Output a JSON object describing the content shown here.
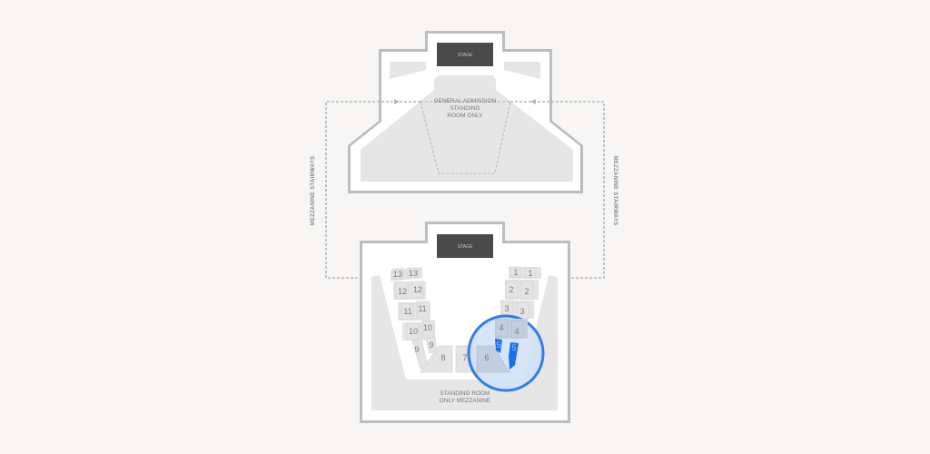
{
  "colors": {
    "background": "#f7f6f5",
    "wall": "#bdbdbd",
    "floor": "#ffffff",
    "area": "#e6e6e7",
    "section": "#e4e4e4",
    "section_stroke": "#cfcfcf",
    "stage": "#4a4a4a",
    "dashed": "#b5b5b5",
    "highlight_fill": "#cfe0f7",
    "highlight_ring": "#2f7ee8",
    "selected_section": "#1a6fe6"
  },
  "upper_level": {
    "stage_label": "STAGE",
    "ga_label_line1": "GENERAL ADMISSION",
    "ga_label_line2": "STANDING",
    "ga_label_line3": "ROOM ONLY"
  },
  "stairways": {
    "left_label": "MEZZANINE STAIRWAYS",
    "right_label": "MEZZANINE STAIRWAYS"
  },
  "lower_level": {
    "stage_label": "STAGE",
    "standing_label_line1": "STANDING ROOM",
    "standing_label_line2": "ONLY MEZZANINE",
    "sections": {
      "left": [
        {
          "label": "13",
          "seats": [
            "13",
            "13"
          ]
        },
        {
          "label": "12",
          "seats": [
            "12",
            "12"
          ]
        },
        {
          "label": "11",
          "seats": [
            "11",
            "11"
          ]
        },
        {
          "label": "10",
          "seats": [
            "10",
            "10"
          ]
        },
        {
          "label": "9",
          "seats": [
            "9",
            "9"
          ]
        }
      ],
      "right": [
        {
          "label": "1",
          "seats": [
            "1",
            "1"
          ]
        },
        {
          "label": "2",
          "seats": [
            "2",
            "2"
          ]
        },
        {
          "label": "3",
          "seats": [
            "3",
            "3"
          ]
        },
        {
          "label": "4",
          "seats": [
            "4",
            "4"
          ]
        },
        {
          "label": "5",
          "seats": [
            "5",
            "5"
          ],
          "selected": true
        }
      ],
      "center": [
        {
          "label": "8"
        },
        {
          "label": "7"
        },
        {
          "label": "6"
        }
      ]
    }
  }
}
